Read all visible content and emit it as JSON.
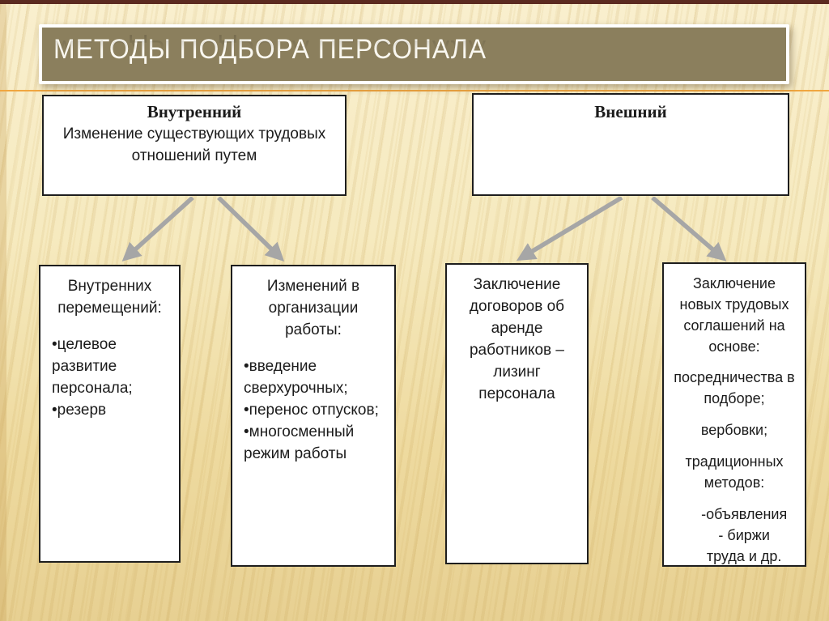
{
  "title": {
    "text": "МЕТОДЫ ПОДБОРА ПЕРСОНАЛА"
  },
  "colors": {
    "title_bar_fill": "#8b7f5d",
    "title_text": "#faf8f0",
    "accent_line": "#f0a640",
    "arrow": "#a6a6a6",
    "box_border": "#1e1e1e",
    "background_base": "#f3e4b8"
  },
  "diagram": {
    "internal": {
      "heading": "Внутренний",
      "body": "Изменение существующих трудовых отношений путем"
    },
    "external": {
      "heading": "Внешний"
    },
    "leaf1": {
      "heading": "Внутренних перемещений:",
      "bullets": [
        "целевое развитие персонала;",
        "резерв"
      ]
    },
    "leaf2": {
      "heading": "Изменений в организации работы:",
      "bullets": [
        "введение сверхурочных;",
        "перенос отпусков;",
        "многосменный режим работы"
      ]
    },
    "leaf3": {
      "text": "Заключение договоров об аренде работников – лизинг персонала"
    },
    "leaf4": {
      "heading": "Заключение новых трудовых соглашений на основе:",
      "items": [
        "посредничества в подборе;",
        "вербовки;",
        "традиционных методов:"
      ],
      "sub": "-объявления - биржи труда и др."
    }
  }
}
